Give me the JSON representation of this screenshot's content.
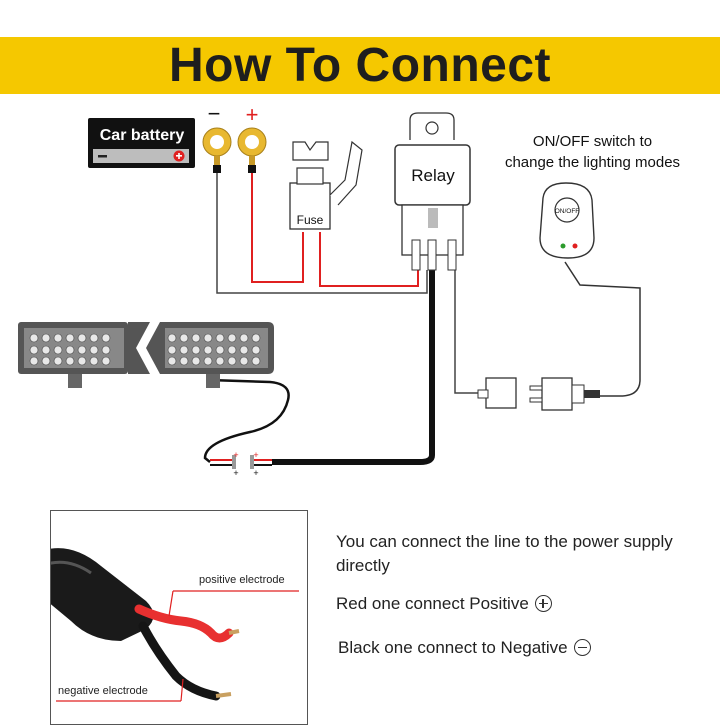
{
  "header": {
    "title": "How To Connect"
  },
  "battery": {
    "label": "Car battery",
    "minus": "−",
    "plus": "+"
  },
  "terminals": {
    "negative": "−",
    "positive": "+"
  },
  "fuse": {
    "label": "Fuse"
  },
  "relay": {
    "label": "Relay"
  },
  "switch": {
    "caption_line1": "ON/OFF switch to",
    "caption_line2": "change the lighting modes",
    "button_label": "ON/OFF"
  },
  "connector": {
    "plus_top_left": "+",
    "plus_top_right": "+",
    "plus_bottom_left": "+",
    "plus_bottom_right": "+"
  },
  "inset": {
    "positive_label": "positive electrode",
    "negative_label": "negative electrode"
  },
  "instructions": {
    "line1": "You can connect the line to the power supply directly",
    "line2": "Red one connect Positive",
    "line3": "Black one connect to Negative"
  },
  "colors": {
    "accent": "#f5c800",
    "wire_red": "#e02020",
    "wire_black": "#111111",
    "terminal_gold": "#e8b830"
  }
}
